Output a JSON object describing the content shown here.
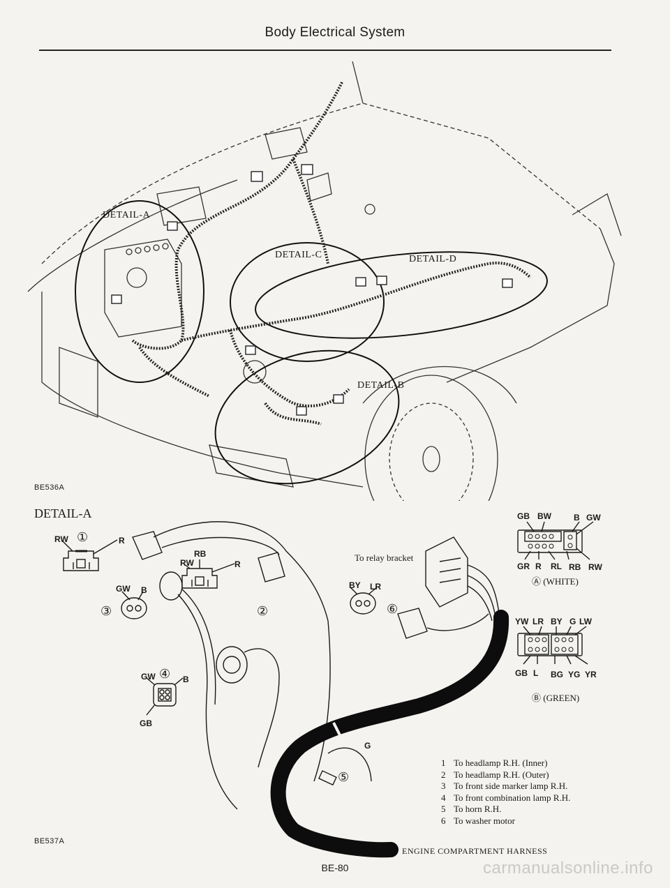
{
  "header": {
    "title": "Body Electrical System"
  },
  "top_figure": {
    "code": "BE536A",
    "detail_labels": [
      "DETAIL-A",
      "DETAIL-C",
      "DETAIL-D",
      "DETAIL-B"
    ]
  },
  "detail_a": {
    "title": "DETAIL-A",
    "relay_bracket": "To relay bracket",
    "code": "BE537A",
    "harness_label": "ENGINE COMPARTMENT HARNESS",
    "numbers": [
      "①",
      "②",
      "③",
      "④",
      "⑤",
      "⑥"
    ],
    "wires": {
      "c1_left": "RW",
      "c1_right": "R",
      "c2_top": "RB",
      "c2_left": "RW",
      "c2_right": "R",
      "c3_left": "GW",
      "c3_right": "B",
      "c4_left": "GW",
      "c4_right": "B",
      "c4_bottom": "GB",
      "c5": "G",
      "c6_left": "BY",
      "c6_right": "LR"
    },
    "connector_a": {
      "top": [
        "GB",
        "BW",
        "B",
        "GW"
      ],
      "bottom": [
        "GR",
        "R",
        "RL",
        "RB",
        "RW"
      ],
      "label": "Ⓐ (WHITE)"
    },
    "connector_b": {
      "top": [
        "YW",
        "LR",
        "BY",
        "G",
        "LW"
      ],
      "bottom": [
        "GB",
        "L",
        "BG",
        "YG",
        "YR"
      ],
      "label": "Ⓑ (GREEN)"
    },
    "legend": [
      {
        "n": "1",
        "text": "To headlamp R.H. (Inner)"
      },
      {
        "n": "2",
        "text": "To headlamp R.H. (Outer)"
      },
      {
        "n": "3",
        "text": "To front side marker lamp R.H."
      },
      {
        "n": "4",
        "text": "To front combination lamp R.H."
      },
      {
        "n": "5",
        "text": "To horn R.H."
      },
      {
        "n": "6",
        "text": "To washer motor"
      }
    ]
  },
  "footer": {
    "page": "BE-80"
  },
  "watermark": "carmanualsonline.info",
  "colors": {
    "ink": "#1a1a1a",
    "paper": "#f4f3ef"
  }
}
